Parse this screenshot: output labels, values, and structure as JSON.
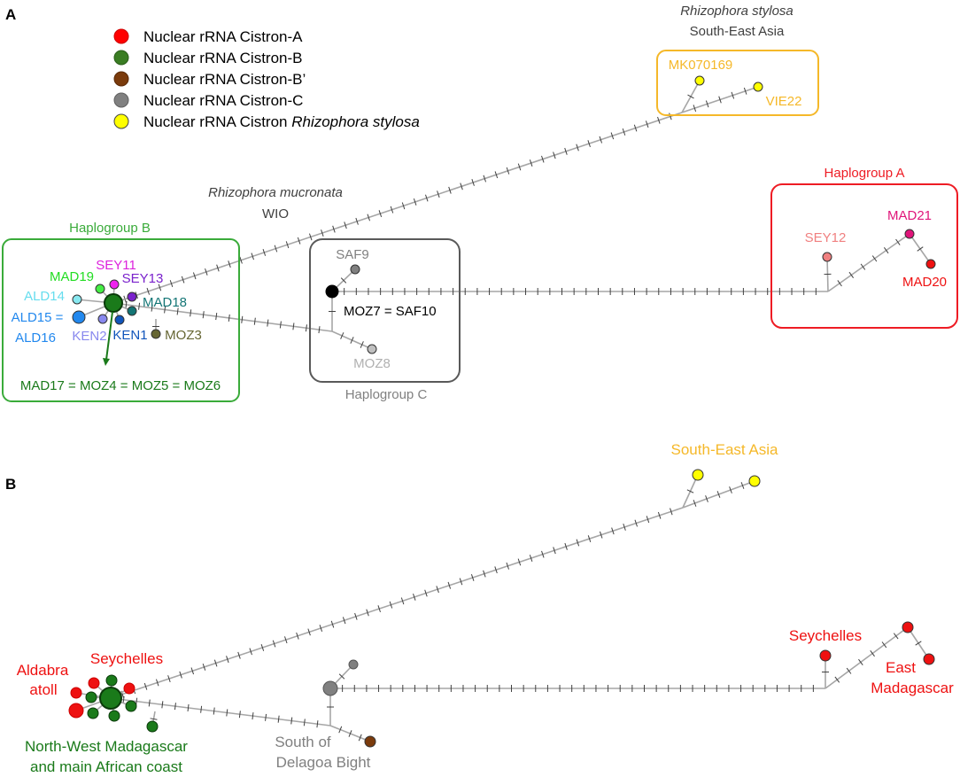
{
  "panels": {
    "a": "A",
    "b": "B"
  },
  "legend": [
    {
      "label": "Nuclear rRNA Cistron-A",
      "color": "#ff0000"
    },
    {
      "label": "Nuclear rRNA Cistron-B",
      "color": "#3a7d23"
    },
    {
      "label": "Nuclear rRNA Cistron-B’",
      "color": "#7b3b0c"
    },
    {
      "label": "Nuclear rRNA Cistron-C",
      "color": "#808080"
    },
    {
      "label_prefix": "Nuclear rRNA Cistron ",
      "label_italic": "Rhizophora stylosa",
      "color": "#ffff00"
    }
  ],
  "panel_a": {
    "stylosa_title": "Rhizophora stylosa",
    "stylosa_region": "South-East Asia",
    "mucronata_title": "Rhizophora mucronata",
    "mucronata_region": "WIO",
    "haplogroup_a": "Haplogroup A",
    "haplogroup_b": "Haplogroup B",
    "haplogroup_c": "Haplogroup C",
    "nodes": {
      "mk070169": "MK070169",
      "vie22": "VIE22",
      "sey12": "SEY12",
      "mad21": "MAD21",
      "mad20": "MAD20",
      "saf9": "SAF9",
      "moz7": "MOZ7 = SAF10",
      "moz8": "MOZ8",
      "mad19": "MAD19",
      "sey11": "SEY11",
      "sey13": "SEY13",
      "ald14": "ALD14",
      "mad18": "MAD18",
      "ald15a": "ALD15 =",
      "ald15b": "ALD16",
      "ken2": "KEN2",
      "ken1": "KEN1",
      "moz3": "MOZ3",
      "mad17": "MAD17 = MOZ4 = MOZ5 = MOZ6"
    }
  },
  "panel_b": {
    "south_east_asia": "South-East Asia",
    "seychelles_left": "Seychelles",
    "aldabra_1": "Aldabra",
    "aldabra_2": "atoll",
    "nw_mad_1": "North-West Madagascar",
    "nw_mad_2": "and main African coast",
    "delagoa_1": "South of",
    "delagoa_2": "Delagoa Bight",
    "seychelles_right": "Seychelles",
    "east_mad_1": "East",
    "east_mad_2": "Madagascar"
  },
  "colors": {
    "red": "#ff0000",
    "green": "#3a7d23",
    "dark_green": "#1a7a1a",
    "brown": "#7b3b0c",
    "grey": "#808080",
    "yellow": "#ffff00",
    "orange_box": "#f5b829",
    "red_box": "#ee1c24",
    "green_box": "#3aab3a",
    "grey_box": "#595959",
    "edge": "#a6a6a6"
  }
}
